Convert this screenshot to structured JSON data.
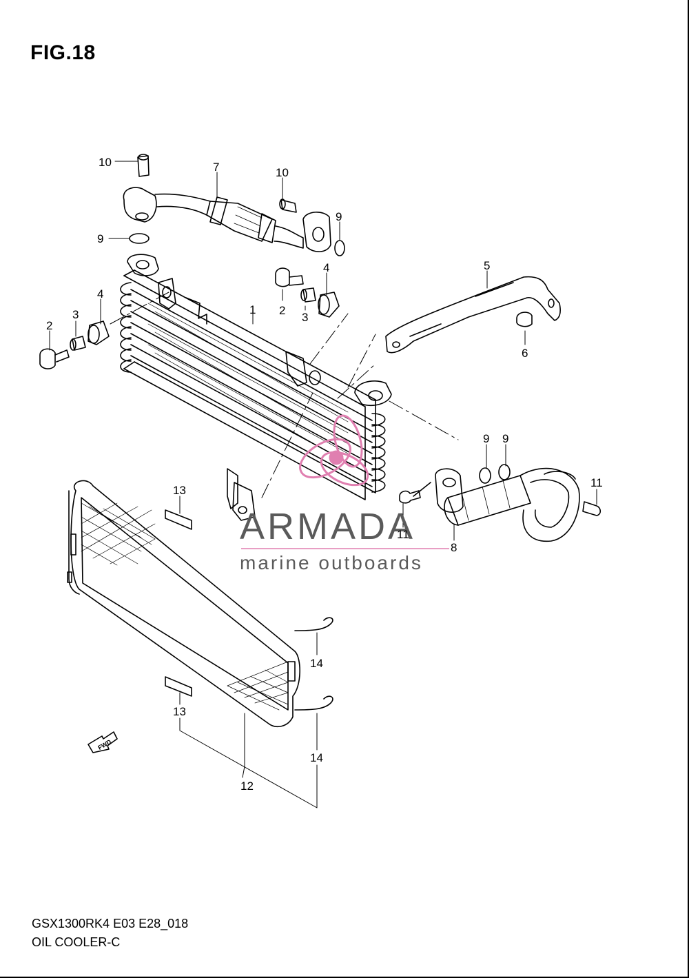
{
  "figure": {
    "title": "FIG.18"
  },
  "callouts": {
    "c1": "1",
    "c2a": "2",
    "c2b": "2",
    "c3a": "3",
    "c3b": "3",
    "c4a": "4",
    "c4b": "4",
    "c5": "5",
    "c6": "6",
    "c7": "7",
    "c8": "8",
    "c9a": "9",
    "c9b": "9",
    "c9c": "9",
    "c9d": "9",
    "c10a": "10",
    "c10b": "10",
    "c11a": "11",
    "c11b": "11",
    "c12": "12",
    "c13a": "13",
    "c13b": "13",
    "c14a": "14",
    "c14b": "14"
  },
  "fwd_label": "FWD",
  "watermark": {
    "brand": "ARMADA",
    "sub": "marine outboards"
  },
  "footer": {
    "code": "GSX1300RK4 E03 E28_018",
    "caption": "OIL COOLER-C"
  },
  "colors": {
    "line": "#000000",
    "watermark_text": "#5a5a5a",
    "watermark_logo": "#e07fb0"
  }
}
